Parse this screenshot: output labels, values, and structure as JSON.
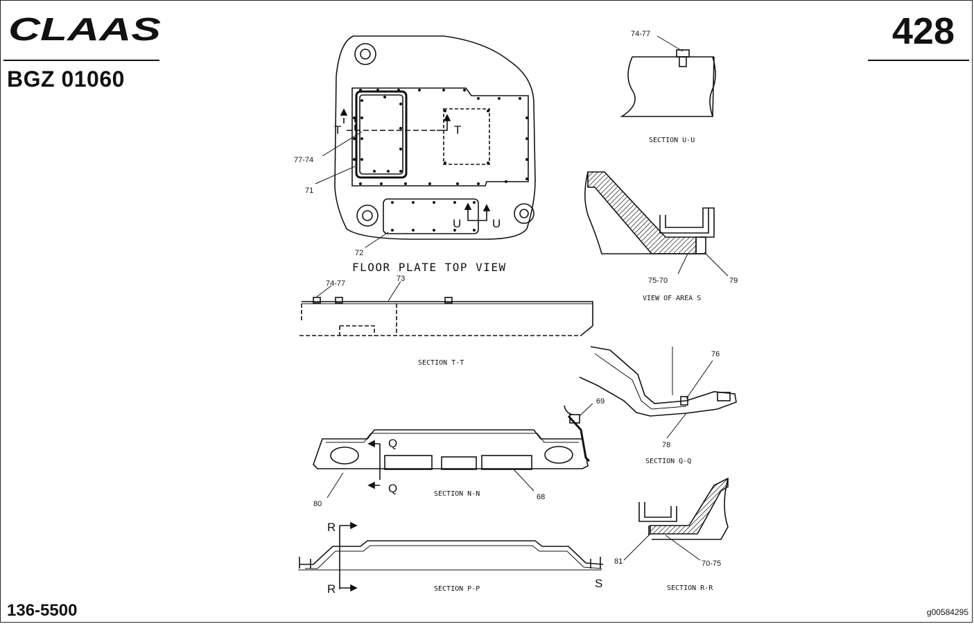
{
  "header": {
    "brand": "CLAAS",
    "document_code": "BGZ 01060",
    "page_number": "428"
  },
  "footer": {
    "part_number": "136-5500",
    "image_id": "g00584295"
  },
  "views": {
    "floor_plate_top": "FLOOR PLATE TOP VIEW",
    "section_uu": "SECTION U-U",
    "view_area_s": "VIEW OF AREA S",
    "section_tt": "SECTION T-T",
    "section_qq": "SECTION Q-Q",
    "section_nn": "SECTION N-N",
    "section_pp": "SECTION P-P",
    "section_rr": "SECTION R-R"
  },
  "callouts": {
    "c77_74": "77-74",
    "c71": "71",
    "c72": "72",
    "c74_77_uu": "74-77",
    "c75_70": "75-70",
    "c79": "79",
    "c74_77_tt": "74-77",
    "c73": "73",
    "c76": "76",
    "c78": "78",
    "c69": "69",
    "c80": "80",
    "c68": "68",
    "c81": "81",
    "c70_75": "70-75"
  },
  "cut_markers": {
    "t_left": "T",
    "t_right": "T",
    "u_left": "U",
    "u_right": "U",
    "q_top": "Q",
    "q_bottom": "Q",
    "r_top": "R",
    "r_bottom": "R",
    "s": "S"
  }
}
